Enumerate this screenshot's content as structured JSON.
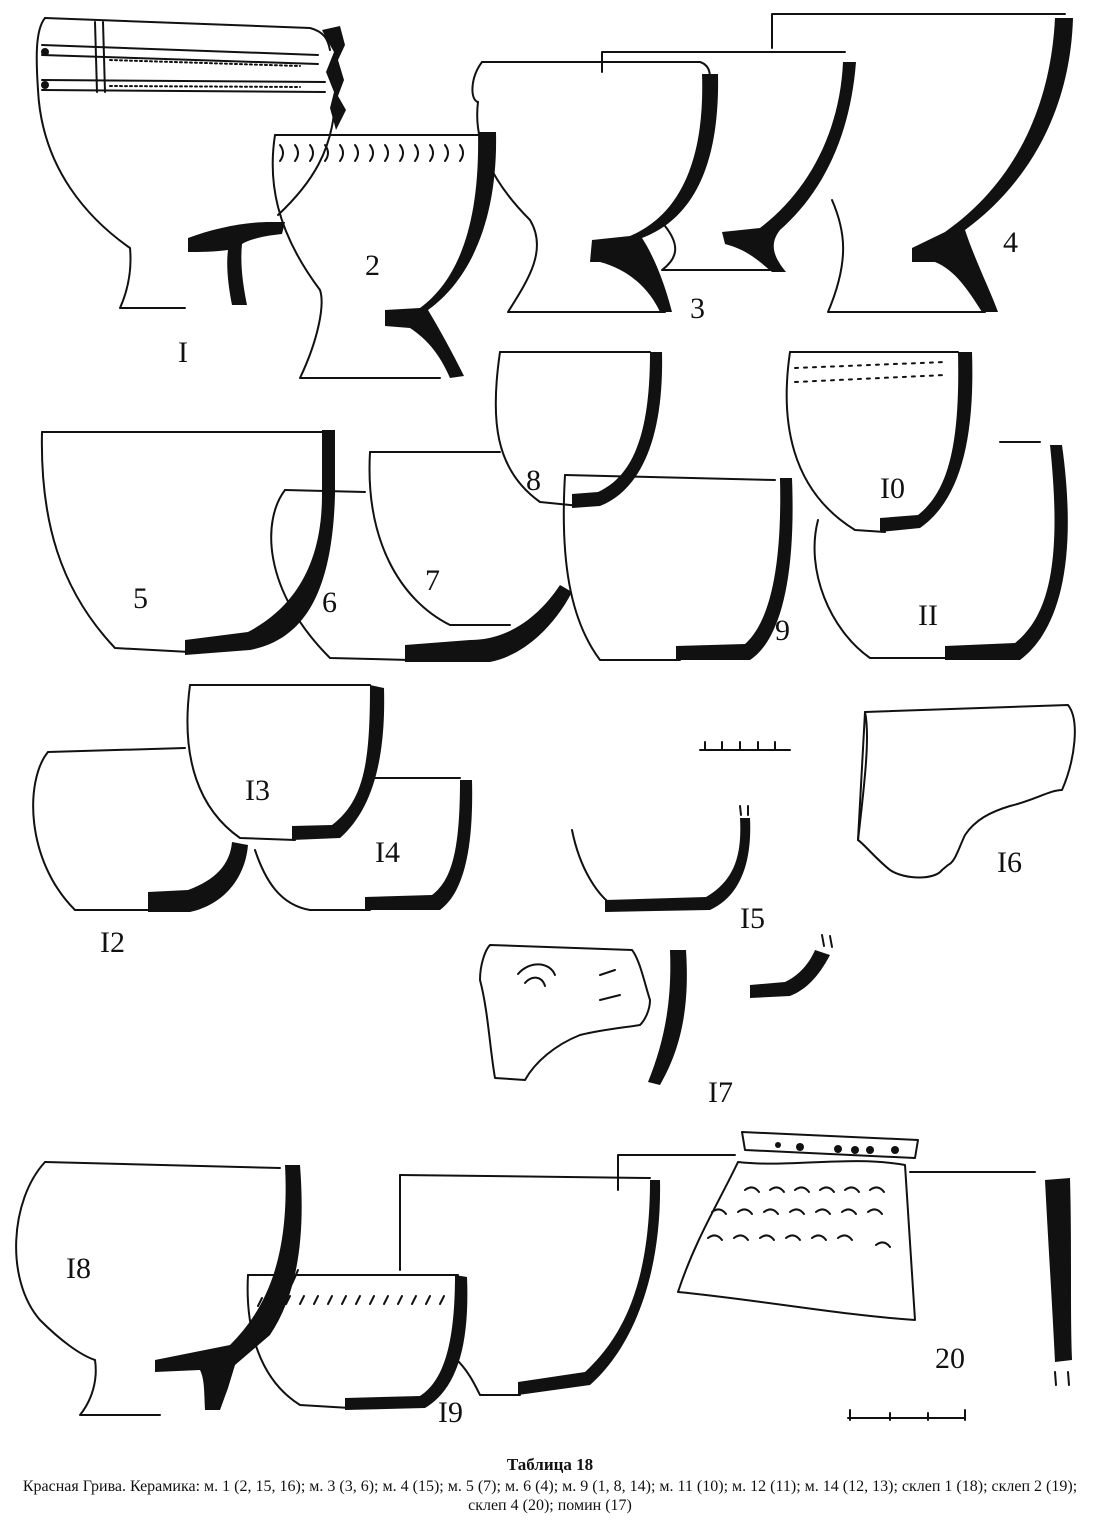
{
  "plate": {
    "title": "Таблица 18",
    "caption": "Красная Грива. Керамика: м. 1 (2, 15, 16); м. 3 (3, 6); м. 4 (15); м. 5 (7); м. 6 (4); м. 9 (1, 8, 14); м. 11 (10); м. 12 (11); м. 14 (12, 13); склеп 1 (18); склеп 2 (19); склеп 4 (20); помин (17)"
  },
  "vessels": [
    {
      "id": "1",
      "label": "I"
    },
    {
      "id": "2",
      "label": "2"
    },
    {
      "id": "3",
      "label": "3"
    },
    {
      "id": "4",
      "label": "4"
    },
    {
      "id": "5",
      "label": "5"
    },
    {
      "id": "6",
      "label": "6"
    },
    {
      "id": "7",
      "label": "7"
    },
    {
      "id": "8",
      "label": "8"
    },
    {
      "id": "9",
      "label": "9"
    },
    {
      "id": "10",
      "label": "I0"
    },
    {
      "id": "11",
      "label": "II"
    },
    {
      "id": "12",
      "label": "I2"
    },
    {
      "id": "13",
      "label": "I3"
    },
    {
      "id": "14",
      "label": "I4"
    },
    {
      "id": "15",
      "label": "I5"
    },
    {
      "id": "16",
      "label": "I6"
    },
    {
      "id": "17",
      "label": "I7"
    },
    {
      "id": "18",
      "label": "I8"
    },
    {
      "id": "19",
      "label": "I9"
    },
    {
      "id": "20",
      "label": "20"
    }
  ]
}
